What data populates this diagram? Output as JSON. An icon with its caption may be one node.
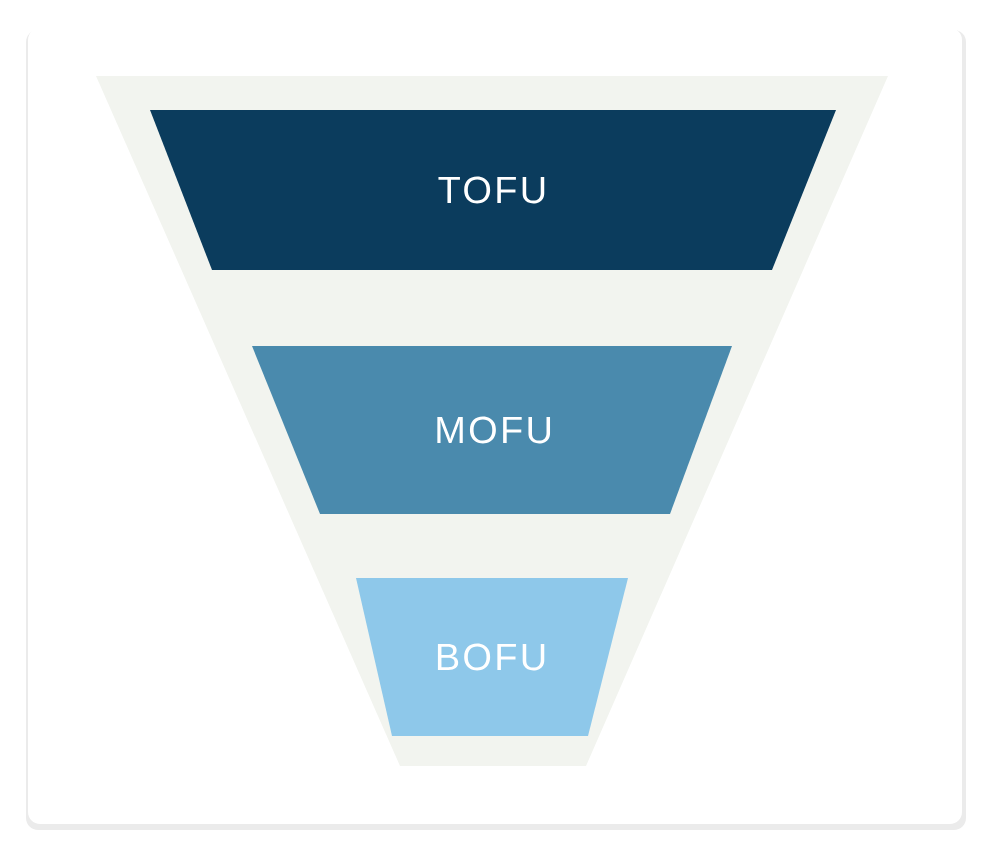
{
  "diagram": {
    "nodes": [
      {
        "text": [
          "TOFU"
        ]
      },
      {
        "text": [
          "MOFU"
        ]
      },
      {
        "text": [
          "BOFU"
        ]
      }
    ]
  }
}
